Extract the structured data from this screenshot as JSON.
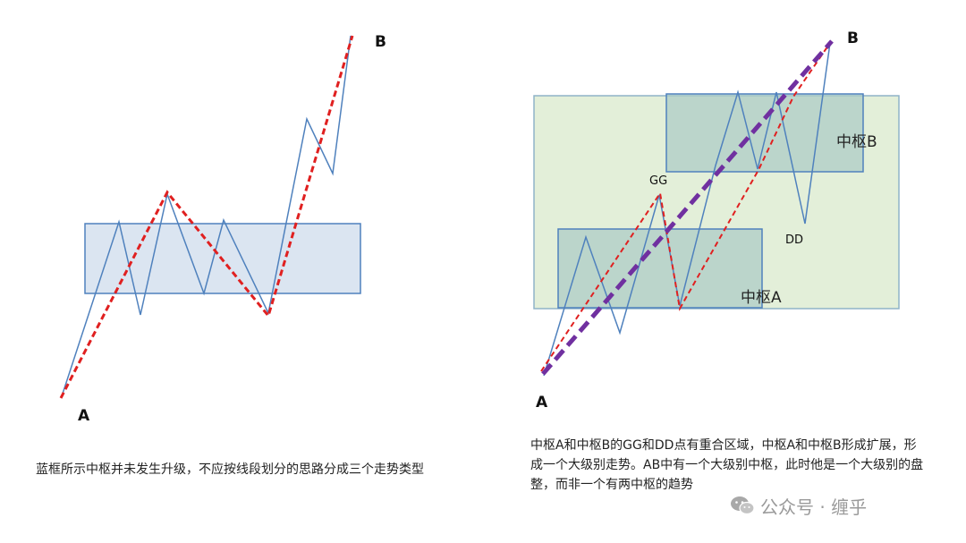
{
  "left": {
    "label_a": "A",
    "label_b": "B",
    "caption": "蓝框所示中枢并未发生升级，不应按线段划分的思路分成三个走势类型"
  },
  "right": {
    "label_a": "A",
    "label_b": "B",
    "label_gg": "GG",
    "label_dd": "DD",
    "label_zhongshu_a": "中枢A",
    "label_zhongshu_b": "中枢B",
    "caption": "中枢A和中枢B的GG和DD点有重合区域，中枢A和中枢B形成扩展，形成一个大级别走势。AB中有一个大级别中枢，此时他是一个大级别的盘整，而非一个有两中枢的趋势"
  },
  "watermark": {
    "icon": "wechat-icon",
    "text": "公众号 · 缠乎"
  },
  "colors": {
    "thin_line": "#4f81bd",
    "red_dash": "#e02020",
    "purple_dash": "#7030a0",
    "blue_box_fill": "#dbe5f1",
    "blue_box_stroke": "#4f81bd",
    "green_box_fill": "#e3efd9",
    "teal_box_fill": "#aacbc4"
  }
}
